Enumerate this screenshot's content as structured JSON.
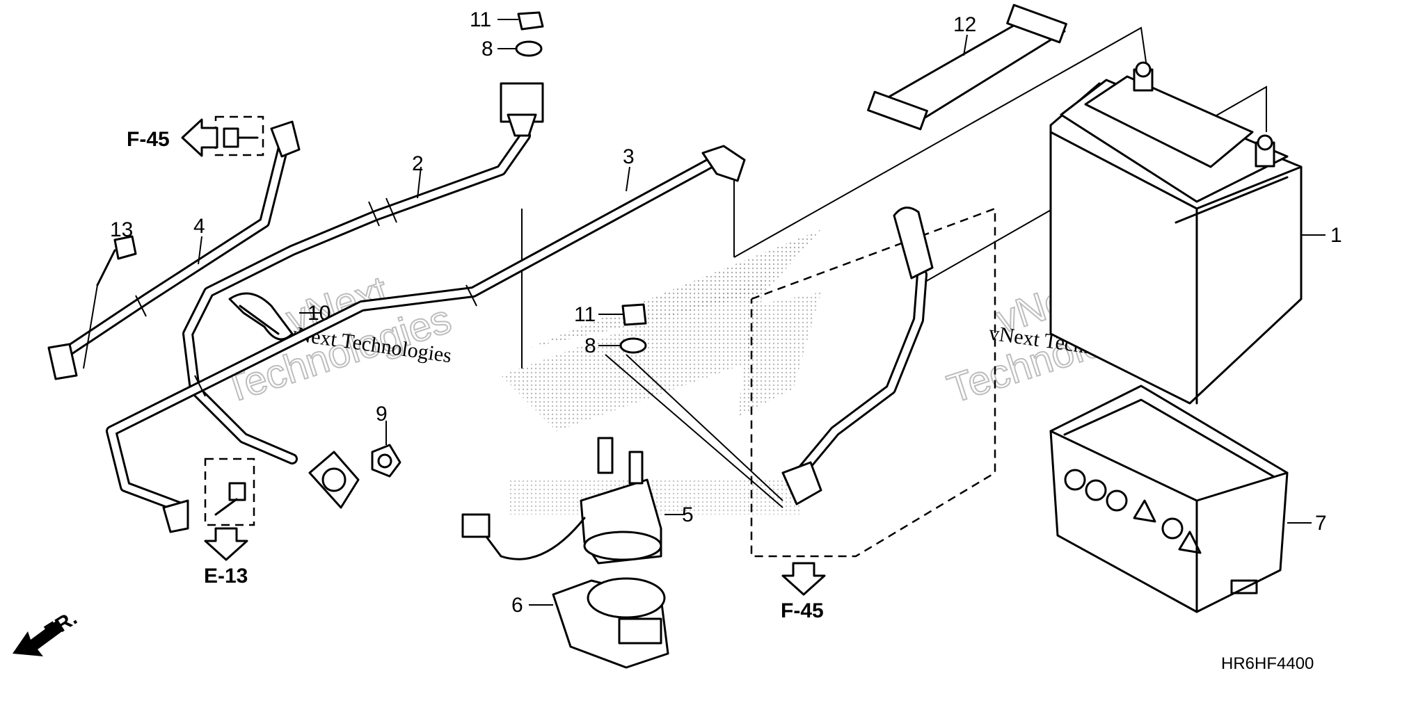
{
  "part_numbers": {
    "battery": "1",
    "cable_2": "2",
    "cable_3": "3",
    "cable_4": "4",
    "starter_relay": "5",
    "relay_cover": "6",
    "battery_box": "7",
    "washer_top": "8",
    "washer_mid": "8",
    "nut_9": "9",
    "band_10": "10",
    "nut_top": "11",
    "nut_mid": "11",
    "battery_band": "12",
    "bolt_13": "13"
  },
  "references": {
    "f45_left": "F-45",
    "e13": "E-13",
    "f45_bottom": "F-45",
    "front": "FR."
  },
  "diagram_code": "HR6HF4400",
  "watermarks": {
    "left_line1": "vNext Technologies",
    "left_line2": "vNext",
    "left_line3": "Technologies",
    "right_line1": "vNext Technologies",
    "right_line2": "vNext",
    "right_line3": "Technologies"
  },
  "icons": [
    "direction-arrow-icon",
    "front-arrow-icon"
  ]
}
